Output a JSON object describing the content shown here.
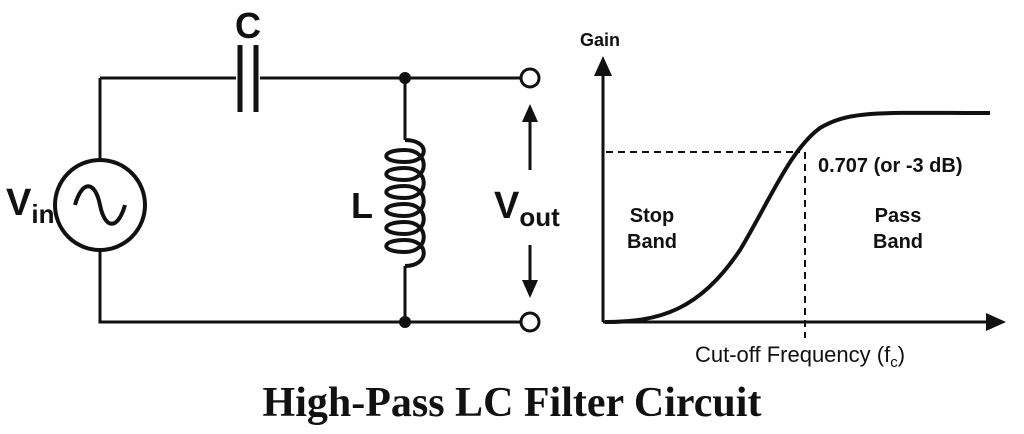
{
  "circuit": {
    "capacitor_label": "C",
    "inductor_label": "L",
    "source_label_main": "V",
    "source_label_sub": "in",
    "output_label_main": "V",
    "output_label_sub": "out"
  },
  "graph": {
    "y_axis_label": "Gain",
    "cutoff_value_label": "0.707 (or -3 dB)",
    "stop_band_line1": "Stop",
    "stop_band_line2": "Band",
    "pass_band_line1": "Pass",
    "pass_band_line2": "Band",
    "x_axis_label_main": "Cut-off Frequency (f",
    "x_axis_label_sub": "c",
    "x_axis_label_end": ")"
  },
  "title": "High-Pass LC Filter Circuit"
}
